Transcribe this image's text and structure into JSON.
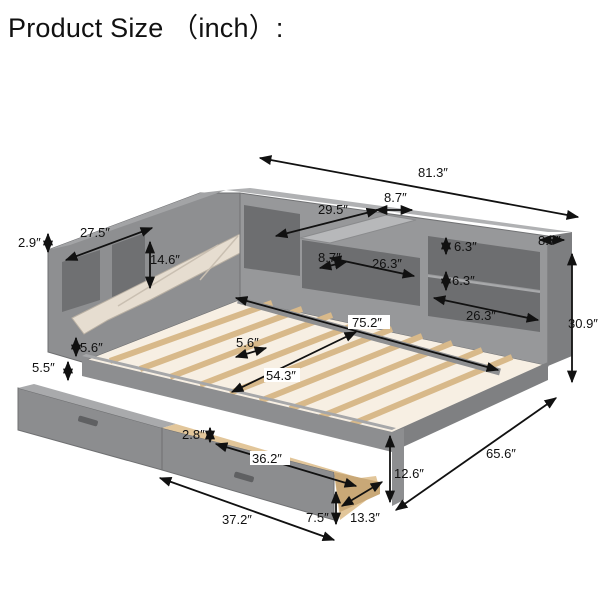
{
  "header": {
    "title": "Product Size （inch）:"
  },
  "dimensions": {
    "overall_length": "81.3″",
    "overall_width": "65.6″",
    "overall_height": "30.9″",
    "storage_lid_length": "27.5″",
    "storage_lid_depth": "14.6″",
    "top_rail_height": "2.9″",
    "shelf_board_length": "29.5″",
    "shelf_board_depth_a": "8.7″",
    "shelf_board_depth_b": "8.7″",
    "shelf_board_depth_c": "8.7″",
    "middle_shelf_length": "26.3″",
    "right_shelf_length": "26.3″",
    "shelf_height_upper": "6.3″",
    "shelf_height_lower": "6.3″",
    "inner_length": "75.2″",
    "slat_gap": "5.6″",
    "inner_width": "54.3″",
    "headboard_clearance": "5.6″",
    "drawer_base_height": "5.5″",
    "drawer_inset": "2.8″",
    "drawer_inner_length": "36.2″",
    "side_rail_height": "12.6″",
    "drawer_depth": "13.3″",
    "drawer_height": "7.5″",
    "drawer_length": "37.2″"
  }
}
